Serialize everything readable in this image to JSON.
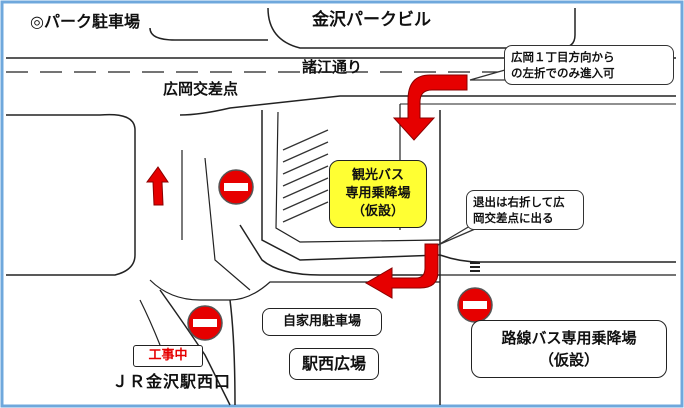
{
  "labels": {
    "parking_corner": "◎パーク駐車場",
    "building": "金沢パークビル",
    "street": "諸江通り",
    "intersection": "広岡交差点",
    "station_exit": "ＪＲ金沢駅西口"
  },
  "callouts": {
    "entry_rule": [
      "広岡１丁目方向から",
      "の左折でのみ進入可"
    ],
    "exit_rule": [
      "退出は右折して広",
      "岡交差点に出る"
    ]
  },
  "tour_bus_area": {
    "lines": [
      "観光バス",
      "専用乗降場",
      "（仮設）"
    ],
    "fill_color": "#ffff33"
  },
  "construction_label": {
    "text": "工事中",
    "color": "#e60000"
  },
  "facilities": {
    "private_parking": "自家用駐車場",
    "station_plaza": "駅西広場",
    "route_bus_area": [
      "路線バス専用乗降場",
      "（仮設）"
    ]
  },
  "colors": {
    "frame_border": "#6fa8dc",
    "arrow_red": "#e60000",
    "no_entry_red": "#e60000"
  },
  "icons": [
    "no-entry-sign-icon",
    "red-turn-arrow-icon",
    "red-up-arrow-icon"
  ]
}
